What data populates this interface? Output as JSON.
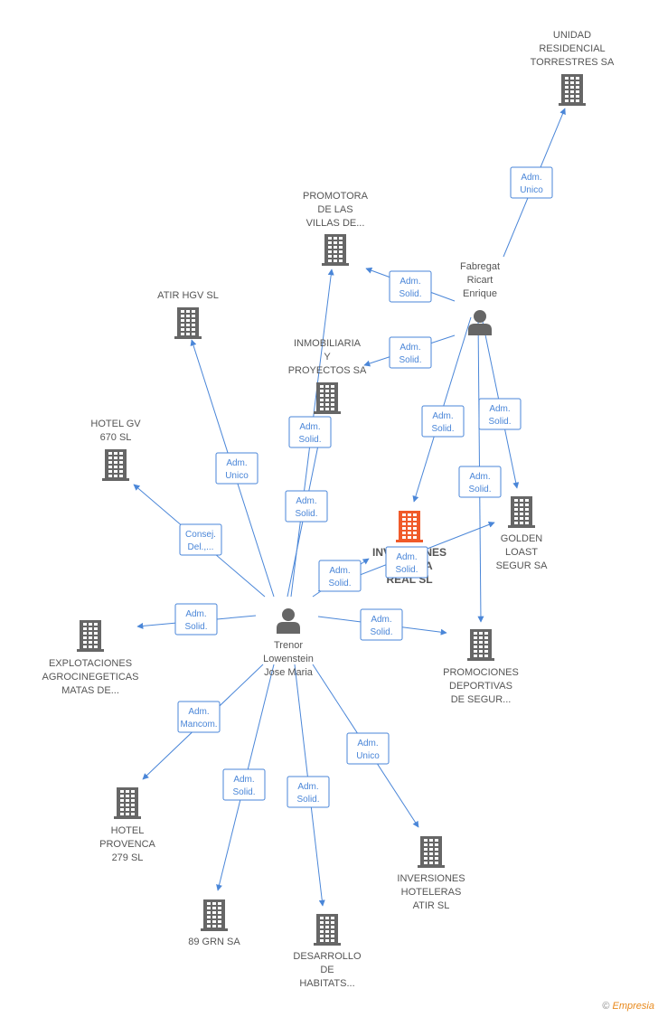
{
  "colors": {
    "edge": "#4a86d8",
    "building": "#666666",
    "focus": "#f05a2a",
    "person": "#666666",
    "label": "#555555"
  },
  "companies": [
    {
      "id": "unidad",
      "label": [
        "UNIDAD",
        "RESIDENCIAL",
        "TORRESTRES SA"
      ],
      "icon": "building-icon"
    },
    {
      "id": "promotora",
      "label": [
        "PROMOTORA",
        "DE LAS",
        "VILLAS DE..."
      ],
      "icon": "building-icon"
    },
    {
      "id": "atir_hgv",
      "label": [
        "ATIR HGV  SL"
      ],
      "icon": "building-icon"
    },
    {
      "id": "inmobiliaria",
      "label": [
        "INMOBILIARIA",
        "Y",
        "PROYECTOS SA"
      ],
      "icon": "building-icon"
    },
    {
      "id": "hotel_gv",
      "label": [
        "HOTEL GV",
        "670 SL"
      ],
      "icon": "building-icon"
    },
    {
      "id": "inversiones_villena",
      "label": [
        "INVERSIONES",
        "VILLENA",
        "REAL SL"
      ],
      "icon": "building-icon",
      "focus": true
    },
    {
      "id": "golden",
      "label": [
        "GOLDEN",
        "LOAST",
        "SEGUR SA"
      ],
      "icon": "building-icon"
    },
    {
      "id": "explotaciones",
      "label": [
        "EXPLOTACIONES",
        "AGROCINEGETICAS",
        "MATAS DE..."
      ],
      "icon": "building-icon"
    },
    {
      "id": "promociones",
      "label": [
        "PROMOCIONES",
        "DEPORTIVAS",
        "DE SEGUR..."
      ],
      "icon": "building-icon"
    },
    {
      "id": "hotel_provenca",
      "label": [
        "HOTEL",
        "PROVENCA",
        "279 SL"
      ],
      "icon": "building-icon"
    },
    {
      "id": "inv_hoteleras",
      "label": [
        "INVERSIONES",
        "HOTELERAS",
        "ATIR SL"
      ],
      "icon": "building-icon"
    },
    {
      "id": "grn89",
      "label": [
        "89 GRN SA"
      ],
      "icon": "building-icon"
    },
    {
      "id": "desarrollo",
      "label": [
        "DESARROLLO",
        "DE",
        "HABITATS..."
      ],
      "icon": "building-icon"
    }
  ],
  "persons": [
    {
      "id": "fabregat",
      "label": [
        "Fabregat",
        "Ricart",
        "Enrique"
      ],
      "icon": "person-icon"
    },
    {
      "id": "trenor",
      "label": [
        "Trenor",
        "Lowenstein",
        "Jose Maria"
      ],
      "icon": "person-icon"
    }
  ],
  "edges": [
    {
      "from": "fabregat",
      "to": "unidad",
      "label": [
        "Adm.",
        "Unico"
      ]
    },
    {
      "from": "fabregat",
      "to": "promotora",
      "label": [
        "Adm.",
        "Solid."
      ]
    },
    {
      "from": "fabregat",
      "to": "inmobiliaria",
      "label": [
        "Adm.",
        "Solid."
      ]
    },
    {
      "from": "fabregat",
      "to": "inversiones_villena",
      "label": [
        "Adm.",
        "Solid."
      ]
    },
    {
      "from": "fabregat",
      "to": "golden",
      "label": [
        "Adm.",
        "Solid."
      ]
    },
    {
      "from": "fabregat",
      "to": "promociones",
      "label": [
        "Adm.",
        "Solid."
      ]
    },
    {
      "from": "trenor",
      "to": "atir_hgv",
      "label": [
        "Adm.",
        "Unico"
      ]
    },
    {
      "from": "trenor",
      "to": "inmobiliaria",
      "label": [
        "Adm.",
        "Solid."
      ]
    },
    {
      "from": "trenor",
      "to": "promotora",
      "label": [
        "Adm.",
        "Solid."
      ]
    },
    {
      "from": "trenor",
      "to": "hotel_gv",
      "label": [
        "Consej.",
        "Del.,..."
      ]
    },
    {
      "from": "trenor",
      "to": "inversiones_villena",
      "label": [
        "Adm.",
        "Solid."
      ]
    },
    {
      "from": "trenor",
      "to": "golden",
      "label": [
        "Adm.",
        "Solid."
      ]
    },
    {
      "from": "trenor",
      "to": "explotaciones",
      "label": [
        "Adm.",
        "Solid."
      ]
    },
    {
      "from": "trenor",
      "to": "promociones",
      "label": [
        "Adm.",
        "Solid."
      ]
    },
    {
      "from": "trenor",
      "to": "hotel_provenca",
      "label": [
        "Adm.",
        "Mancom."
      ]
    },
    {
      "from": "trenor",
      "to": "grn89",
      "label": [
        "Adm.",
        "Solid."
      ]
    },
    {
      "from": "trenor",
      "to": "desarrollo",
      "label": [
        "Adm.",
        "Solid."
      ]
    },
    {
      "from": "trenor",
      "to": "inv_hoteleras",
      "label": [
        "Adm.",
        "Unico"
      ]
    }
  ],
  "watermark": {
    "symbol": "©",
    "brand": "Empresia"
  }
}
